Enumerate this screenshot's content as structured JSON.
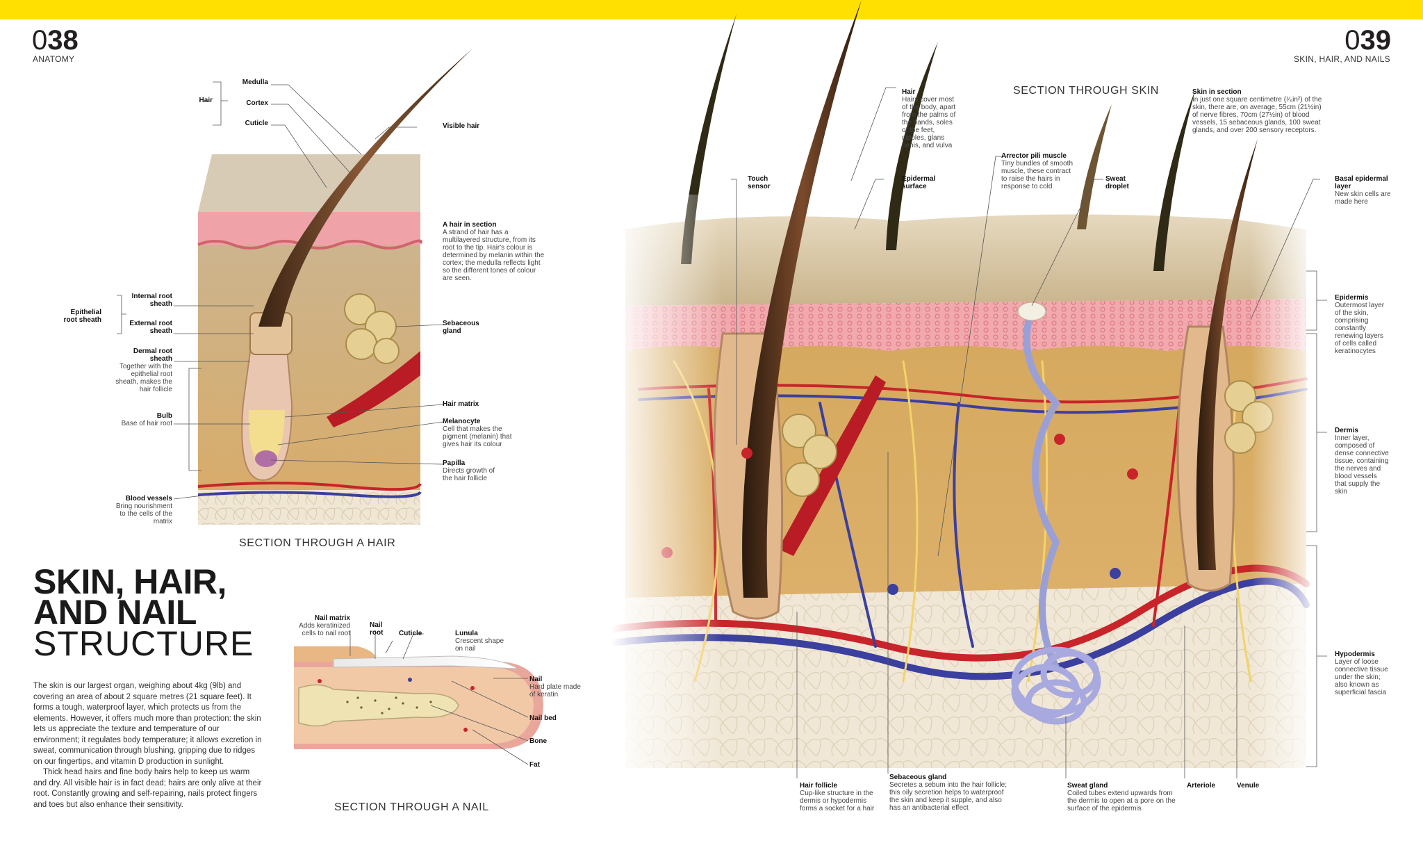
{
  "page": {
    "left_num_zero": "0",
    "left_num": "38",
    "left_section": "ANATOMY",
    "right_num_zero": "0",
    "right_num": "39",
    "right_section": "SKIN, HAIR, AND NAILS"
  },
  "title": {
    "line1": "SKIN, HAIR,",
    "line2": "AND NAIL",
    "line3": "STRUCTURE"
  },
  "body": {
    "p1": "The skin is our largest organ, weighing about 4kg (9lb) and covering an area of about 2 square metres (21 square feet). It forms a tough, waterproof layer, which protects us from the elements. However, it offers much more than protection: the skin lets us appreciate the texture and temperature of our environment; it regulates body temperature; it allows excretion in sweat, communication through blushing, gripping due to ridges on our fingertips, and vitamin D production in sunlight.",
    "p2": "Thick head hairs and fine body hairs help to keep us warm and dry. All visible hair is in fact dead; hairs are only alive at their root. Constantly growing and self-repairing, nails protect fingers and toes but also enhance their sensitivity."
  },
  "hair_fig": {
    "caption": "SECTION THROUGH A HAIR",
    "hair": "Hair",
    "medulla": "Medulla",
    "cortex": "Cortex",
    "cuticle": "Cuticle",
    "visible_hair": "Visible hair",
    "section_title": "A hair in section",
    "section_text": "A strand of hair has a multilayered structure, from its root to the tip. Hair's colour is determined by melanin within the cortex; the medulla reflects light so the different tones of colour are seen.",
    "epithelial": "Epithelial root sheath",
    "internal_root": "Internal root sheath",
    "external_root": "External root sheath",
    "dermal_root": "Dermal root sheath",
    "dermal_root_desc": "Together with the epithelial root sheath, makes the hair follicle",
    "sebaceous": "Sebaceous gland",
    "hair_matrix": "Hair matrix",
    "melanocyte": "Melanocyte",
    "melanocyte_desc": "Cell that makes the pigment (melanin) that gives hair its colour",
    "bulb": "Bulb",
    "bulb_desc": "Base of hair root",
    "papilla": "Papilla",
    "papilla_desc": "Directs growth of the hair follicle",
    "blood_vessels": "Blood vessels",
    "blood_vessels_desc": "Bring nourishment to the cells of the matrix"
  },
  "nail_fig": {
    "caption": "SECTION THROUGH A NAIL",
    "nail_matrix": "Nail matrix",
    "nail_matrix_desc": "Adds keratinized cells to nail root",
    "nail_root": "Nail root",
    "cuticle": "Cuticle",
    "lunula": "Lunula",
    "lunula_desc": "Crescent shape on nail",
    "nail": "Nail",
    "nail_desc": "Hard plate made of keratin",
    "nail_bed": "Nail bed",
    "bone": "Bone",
    "fat": "Fat"
  },
  "skin_fig": {
    "caption": "SECTION THROUGH SKIN",
    "hair": "Hair",
    "hair_desc": "Hairs cover most of the body, apart from the palms of the hands, soles of the feet, nipples, glans penis, and vulva",
    "skin_section": "Skin in section",
    "skin_section_desc": "In just one square centimetre (¹⁄₆in²) of the skin, there are, on average, 55cm (21½in) of nerve fibres, 70cm (27½in) of blood vessels, 15 sebaceous glands, 100 sweat glands, and over 200 sensory receptors.",
    "touch": "Touch sensor",
    "epidermal_surface": "Epidermal surface",
    "arrector": "Arrector pili muscle",
    "arrector_desc": "Tiny bundles of smooth muscle, these contract to raise the hairs in response to cold",
    "sweat_droplet": "Sweat droplet",
    "basal": "Basal epidermal layer",
    "basal_desc": "New skin cells are made here",
    "epidermis": "Epidermis",
    "epidermis_desc": "Outermost layer of the skin, comprising constantly renewing layers of cells called keratinocytes",
    "dermis": "Dermis",
    "dermis_desc": "Inner layer, composed of dense connective tissue, containing the nerves and blood vessels that supply the skin",
    "hypodermis": "Hypodermis",
    "hypodermis_desc": "Layer of loose connective tissue under the skin; also known as superficial fascia",
    "follicle": "Hair follicle",
    "follicle_desc": "Cup-like structure in the dermis or hypodermis forms a socket for a hair",
    "seb_gland": "Sebaceous gland",
    "seb_gland_desc": "Secretes a sebum into the hair follicle; this oily secretion helps to waterproof the skin and keep it supple, and also has an antibacterial effect",
    "sweat_gland": "Sweat gland",
    "sweat_gland_desc": "Coiled tubes extend upwards from the dermis to open at a pore on the surface of the epidermis",
    "arteriole": "Arteriole",
    "venule": "Venule"
  },
  "colors": {
    "yellow_band": "#ffe000",
    "tissue": "#d8b06a",
    "epidermis": "#f1a9ad",
    "artery": "#c8242a",
    "vein": "#3b3f9f",
    "nerve": "#f2d36b",
    "fat": "#efe6d2"
  }
}
